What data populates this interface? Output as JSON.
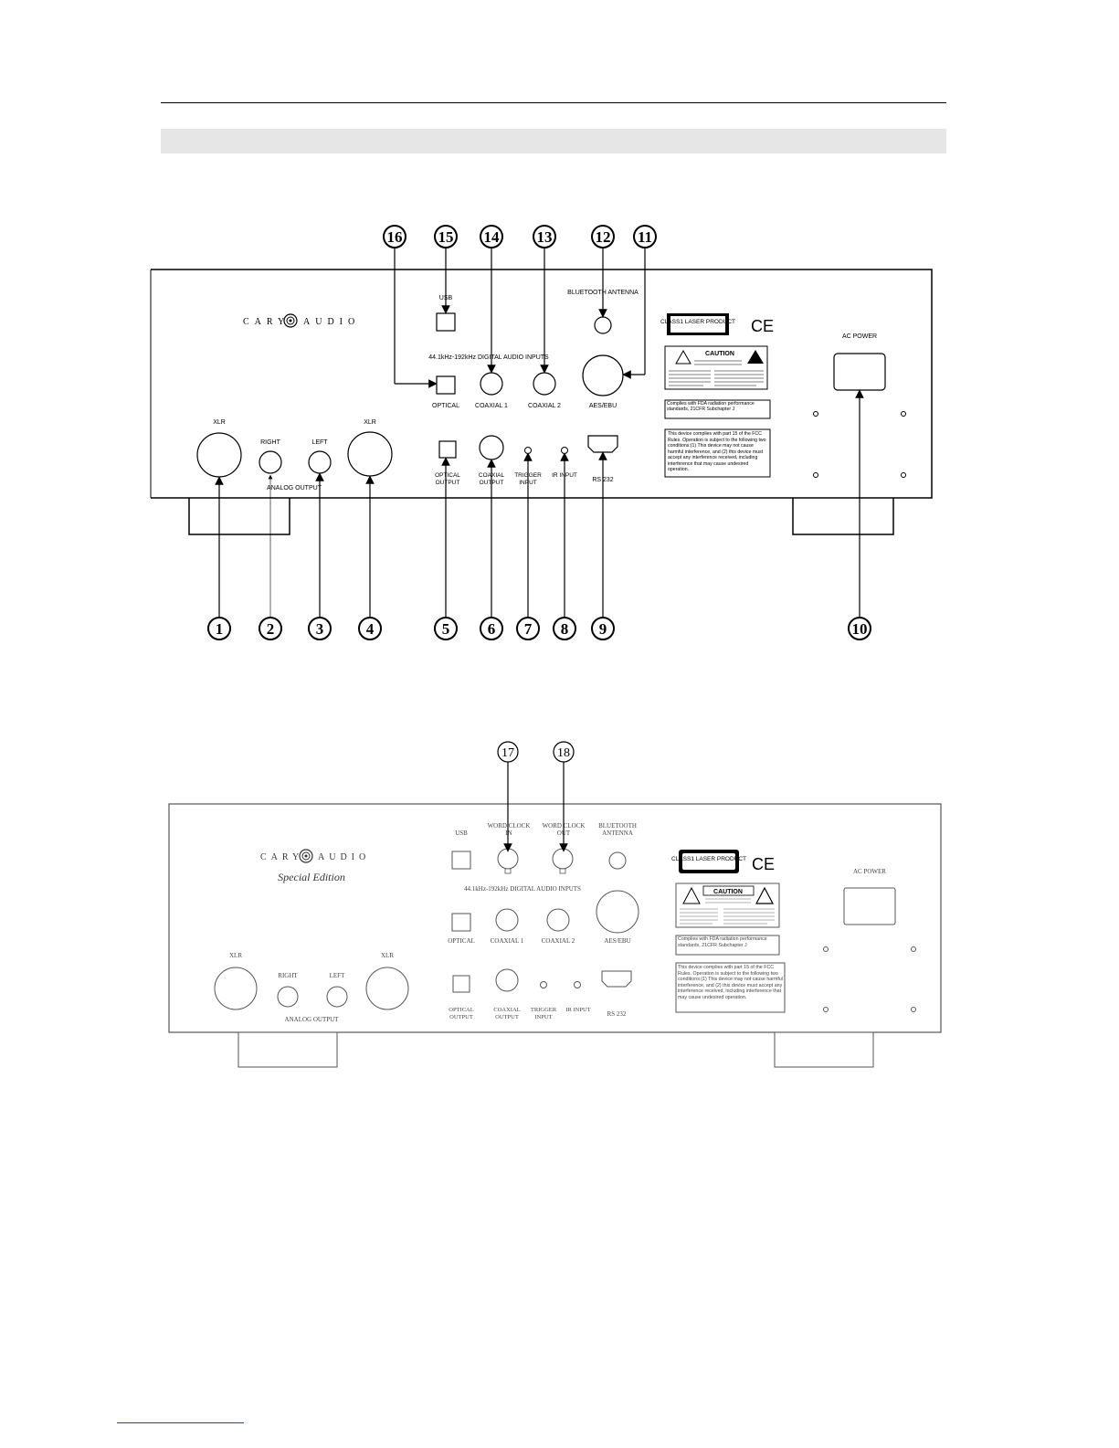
{
  "panel_standard": {
    "brand_left": "CARY",
    "brand_right": "AUDIO",
    "labels": {
      "usb": "USB",
      "bluetooth": "BLUETOOTH ANTENNA",
      "digital_inputs": "44.1kHz-192kHz DIGITAL AUDIO INPUTS",
      "optical": "OPTICAL",
      "coaxial1": "COAXIAL 1",
      "coaxial2": "COAXIAL 2",
      "aes_ebu": "AES/EBU",
      "xlr": "XLR",
      "right": "RIGHT",
      "left": "LEFT",
      "analog_output": "ANALOG OUTPUT",
      "optical_output": "OPTICAL OUTPUT",
      "coaxial_output": "COAXIAL OUTPUT",
      "trigger_input": "TRIGGER INPUT",
      "ir_input": "IR INPUT",
      "rs232": "RS 232",
      "ac_power": "AC POWER"
    },
    "laser_label": "CLASS1 LASER PRODUCT",
    "ce_mark": "CE",
    "caution_title": "CAUTION",
    "fda_text": "Complies with FDA radiation performance standards, 21CFR Subchapter J",
    "fcc_text": "This device complies with part 15 of the FCC Rules. Operation is subject to the following two conditions:(1) This device may not cause harmful interference, and (2) this device must accept any interference received, including interference that may cause undesired operation.",
    "callouts": [
      "1",
      "2",
      "3",
      "4",
      "5",
      "6",
      "7",
      "8",
      "9",
      "10",
      "11",
      "12",
      "13",
      "14",
      "15",
      "16"
    ]
  },
  "panel_special": {
    "brand_left": "CARY",
    "brand_right": "AUDIO",
    "edition": "Special Edition",
    "labels": {
      "usb": "USB",
      "word_clock_in": "WORD CLOCK IN",
      "word_clock_out": "WORD CLOCK OUT",
      "bluetooth": "BLUETOOTH ANTENNA",
      "digital_inputs": "44.1kHz-192kHz DIGITAL AUDIO INPUTS",
      "optical": "OPTICAL",
      "coaxial1": "COAXIAL 1",
      "coaxial2": "COAXIAL 2",
      "aes_ebu": "AES/EBU",
      "xlr": "XLR",
      "right": "RIGHT",
      "left": "LEFT",
      "analog_output": "ANALOG OUTPUT",
      "optical_output": "OPTICAL OUTPUT",
      "coaxial_output": "COAXIAL OUTPUT",
      "trigger_input": "TRIGGER INPUT",
      "ir_input": "IR INPUT",
      "rs232": "RS 232",
      "ac_power": "AC POWER"
    },
    "laser_label": "CLASS1 LASER PRODUCT",
    "ce_mark": "CE",
    "caution_title": "CAUTION",
    "fda_text": "Complies with FDA radiation performance standards, 21CFR Subchapter J",
    "fcc_text": "This device complies with part 15 of the FCC Rules. Operation is subject to the following two conditions:(1) This device may not cause harmful interference, and (2) this device must accept any interference received, including interference that may cause undesired operation.",
    "callouts": [
      "17",
      "18"
    ]
  }
}
